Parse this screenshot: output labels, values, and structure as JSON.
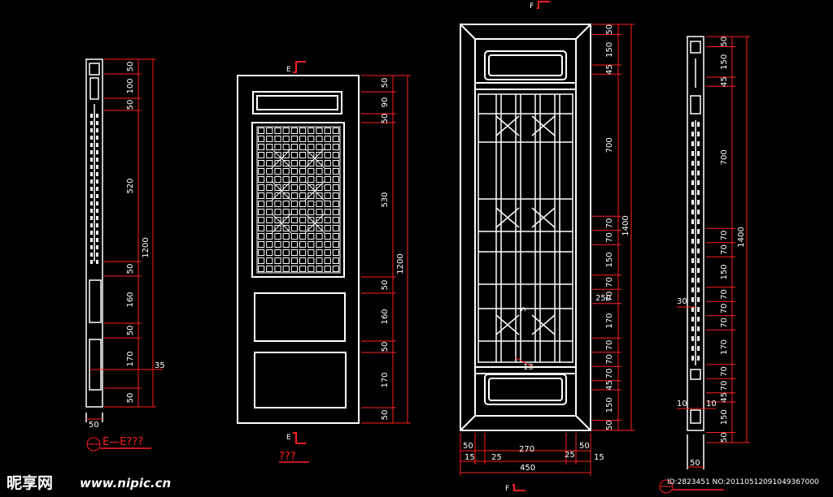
{
  "colors": {
    "background": "#000000",
    "outline": "#ffffff",
    "dimension": "#ff2020",
    "text": "#ffffff"
  },
  "left_section": {
    "dims": [
      "50",
      "100",
      "50",
      "520",
      "50",
      "160",
      "50",
      "170",
      "50"
    ],
    "overall": "1200",
    "offset": "35",
    "bottom": "50",
    "title": "E—E???"
  },
  "door_elevation": {
    "section_mark": "E",
    "section_mark_bottom": "E",
    "dims": [
      "50",
      "90",
      "50",
      "530",
      "50",
      "160",
      "50",
      "170",
      "50"
    ],
    "overall": "1200",
    "title": "???"
  },
  "window_elevation": {
    "section_mark_top": "F",
    "section_mark_bottom": "F",
    "dims": [
      "50",
      "150",
      "45",
      "700",
      "70",
      "70",
      "150",
      "70",
      "70",
      "170",
      "70",
      "70",
      "70",
      "45",
      "150",
      "50"
    ],
    "overall": "1400",
    "side_mark": "250",
    "small_marks": [
      "5",
      "13"
    ],
    "bottom_row1": [
      "50",
      "270",
      "50"
    ],
    "bottom_row2": [
      "15",
      "25",
      "25",
      "15"
    ],
    "bottom_total": "450"
  },
  "right_section": {
    "dims": [
      "50",
      "150",
      "45",
      "700",
      "70",
      "70",
      "150",
      "70",
      "70",
      "70",
      "170",
      "70",
      "70",
      "45",
      "150",
      "50"
    ],
    "overall": "1400",
    "offset": "30",
    "bottom_left": "10",
    "bottom_right": "10",
    "bottom": "50"
  },
  "watermark": {
    "logo": "昵享网",
    "site": "www.nipic.cn",
    "id": "ID:2823451 NO:20110512091049367000"
  }
}
